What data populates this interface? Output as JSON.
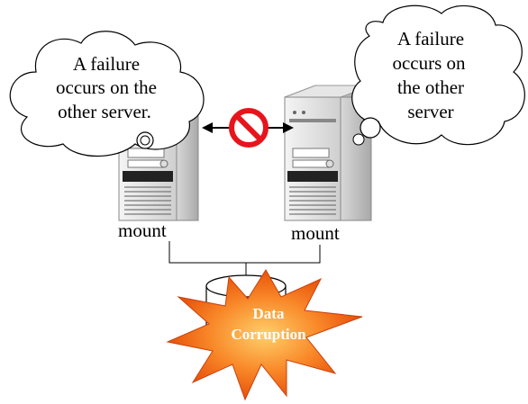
{
  "left_cloud": {
    "lines": [
      "A failure",
      "occurs on the",
      "other server."
    ]
  },
  "right_cloud": {
    "lines": [
      "A failure",
      "occurs on",
      "the other",
      "server"
    ]
  },
  "left_server": {
    "mount_label": "mount"
  },
  "right_server": {
    "mount_label": "mount"
  },
  "link": {
    "blocked_icon": "prohibited-icon"
  },
  "disk": {
    "icon": "disk-cylinder-icon"
  },
  "burst": {
    "lines": [
      "Data",
      "Corruption"
    ],
    "colors": {
      "outer": "#e8520a",
      "inner": "#ffd06a"
    }
  }
}
